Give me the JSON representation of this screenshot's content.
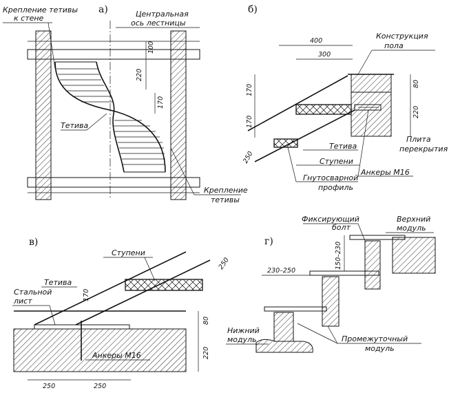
{
  "panels": {
    "a": {
      "label": "а)",
      "stringer_fastening_wall": [
        "Крепление тетивы",
        "к стене"
      ],
      "central_axis": [
        "Центральная",
        "ось лестницы"
      ],
      "stringer": "Тетива",
      "stringer_fastening": [
        "Крепление",
        "тетивы"
      ],
      "dims": [
        "100",
        "220",
        "170"
      ]
    },
    "b": {
      "label": "б)",
      "floor_construction": [
        "Конструкция",
        "пола"
      ],
      "stringer": "Тетива",
      "steps": "Ступени",
      "bent_profile": [
        "Гнутосварной",
        "профиль"
      ],
      "floor_slab": [
        "Плита",
        "перекрытия"
      ],
      "anchors": "Анкеры М16",
      "dims": [
        "400",
        "300",
        "170",
        "170",
        "250",
        "80",
        "220"
      ]
    },
    "v": {
      "label": "в)",
      "steps": "Ступени",
      "stringer": "Тетива",
      "steel_sheet": [
        "Стальной",
        "лист"
      ],
      "anchors": "Анкеры М16",
      "dims": [
        "250",
        "170",
        "80",
        "220",
        "250",
        "250"
      ]
    },
    "g": {
      "label": "г)",
      "fixing_bolt": [
        "Фиксирующий",
        "болт"
      ],
      "upper_module": [
        "Верхний",
        "модуль"
      ],
      "lower_module": [
        "Нижний",
        "модуль"
      ],
      "intermediate_module": [
        "Промежуточный",
        "модуль"
      ],
      "dims": [
        "150–230",
        "230–250"
      ]
    }
  }
}
